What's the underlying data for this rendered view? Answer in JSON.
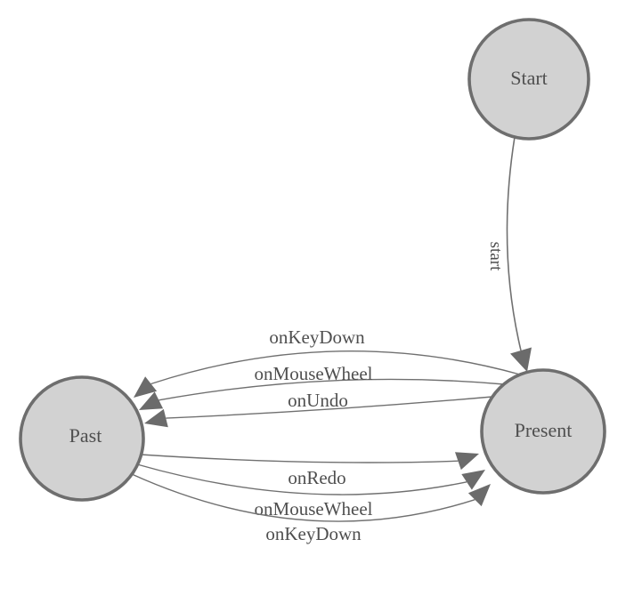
{
  "diagram": {
    "type": "state-machine",
    "background_color": "#ffffff",
    "node_fill_color": "#d2d2d2",
    "node_border_color": "#6e6e6e",
    "edge_line_color": "#707070",
    "arrowhead_color": "#6b6b6b",
    "label_color": "#4f4f4f",
    "nodes": [
      {
        "id": "start",
        "label": "Start"
      },
      {
        "id": "present",
        "label": "Present"
      },
      {
        "id": "past",
        "label": "Past"
      }
    ],
    "edges": [
      {
        "from": "Start",
        "to": "Present",
        "label": "start"
      },
      {
        "from": "Present",
        "to": "Past",
        "label": "onKeyDown"
      },
      {
        "from": "Present",
        "to": "Past",
        "label": "onMouseWheel"
      },
      {
        "from": "Present",
        "to": "Past",
        "label": "onUndo"
      },
      {
        "from": "Past",
        "to": "Present",
        "label": "onRedo"
      },
      {
        "from": "Past",
        "to": "Present",
        "label": "onMouseWheel"
      },
      {
        "from": "Past",
        "to": "Present",
        "label": "onKeyDown"
      }
    ]
  }
}
